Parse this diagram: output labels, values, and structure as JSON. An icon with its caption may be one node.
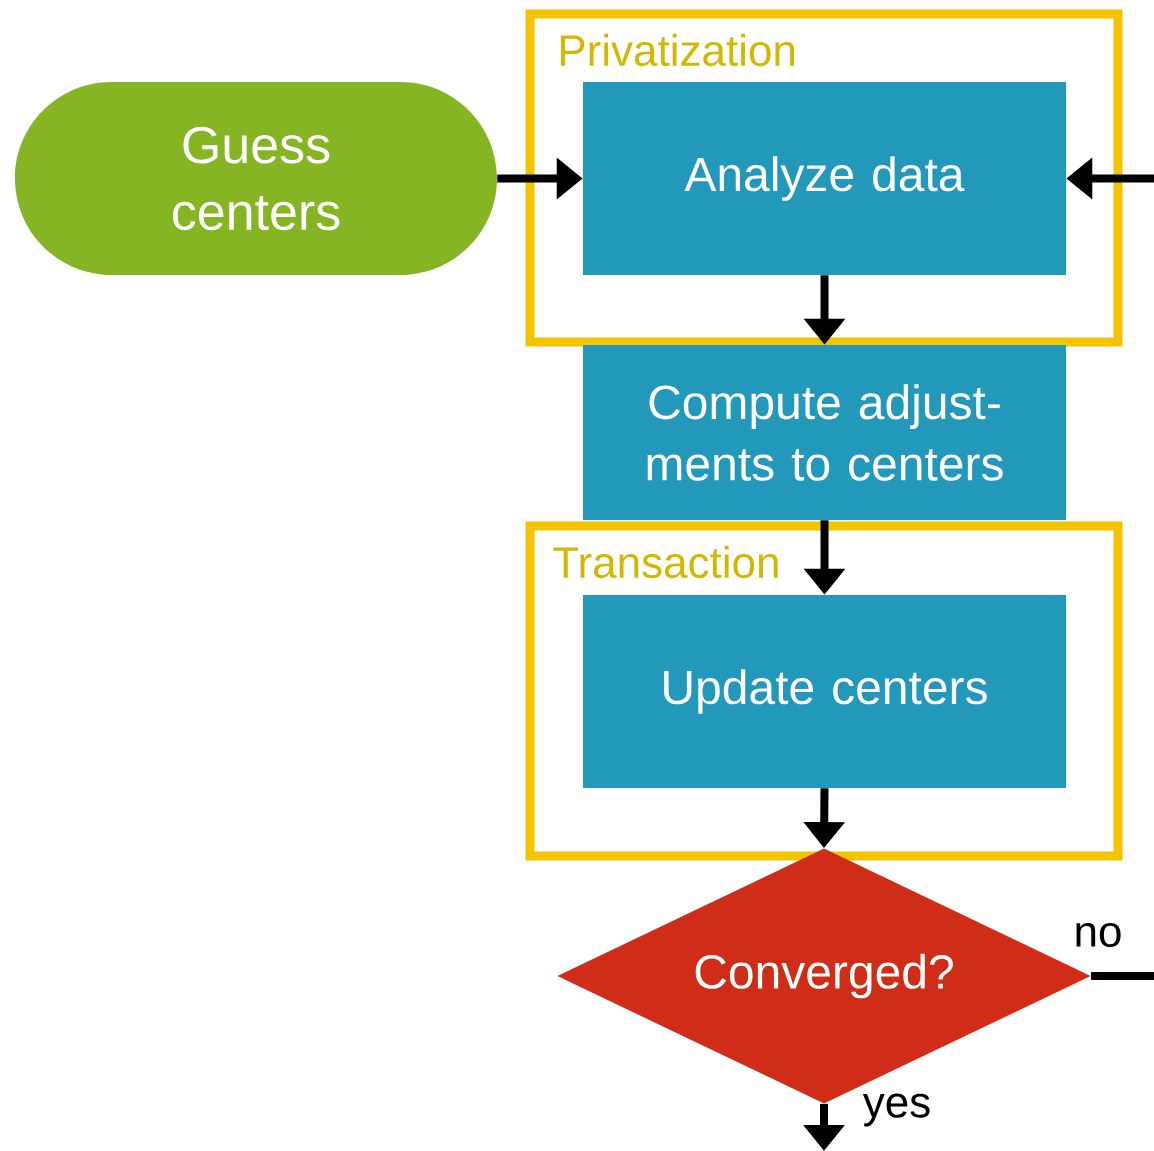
{
  "diagram": {
    "nodes": [
      {
        "text": [
          "Privatization"
        ]
      },
      {
        "text": [
          "Guess centers"
        ]
      },
      {
        "text": [
          "Analyze data"
        ],
        "in": 0
      },
      {
        "text": [
          "Compute adjust-ments to centers"
        ]
      },
      {
        "text": [
          "Transaction"
        ]
      },
      {
        "text": [
          "Update centers"
        ],
        "in": 4
      },
      {
        "text": [
          "Converged?"
        ]
      }
    ],
    "edges": [
      {
        "from": 1,
        "to": 2,
        "arrow": "to"
      },
      {
        "from": 2,
        "to": 3,
        "arrow": "to"
      },
      {
        "from": 3,
        "to": 5,
        "arrow": "to"
      },
      {
        "from": 5,
        "to": 6,
        "arrow": "to"
      },
      {
        "from": 6,
        "to": 2,
        "arrow": "to",
        "label": "no"
      },
      {
        "from": 6,
        "to": null,
        "arrow": "to",
        "label": "yes"
      }
    ]
  }
}
